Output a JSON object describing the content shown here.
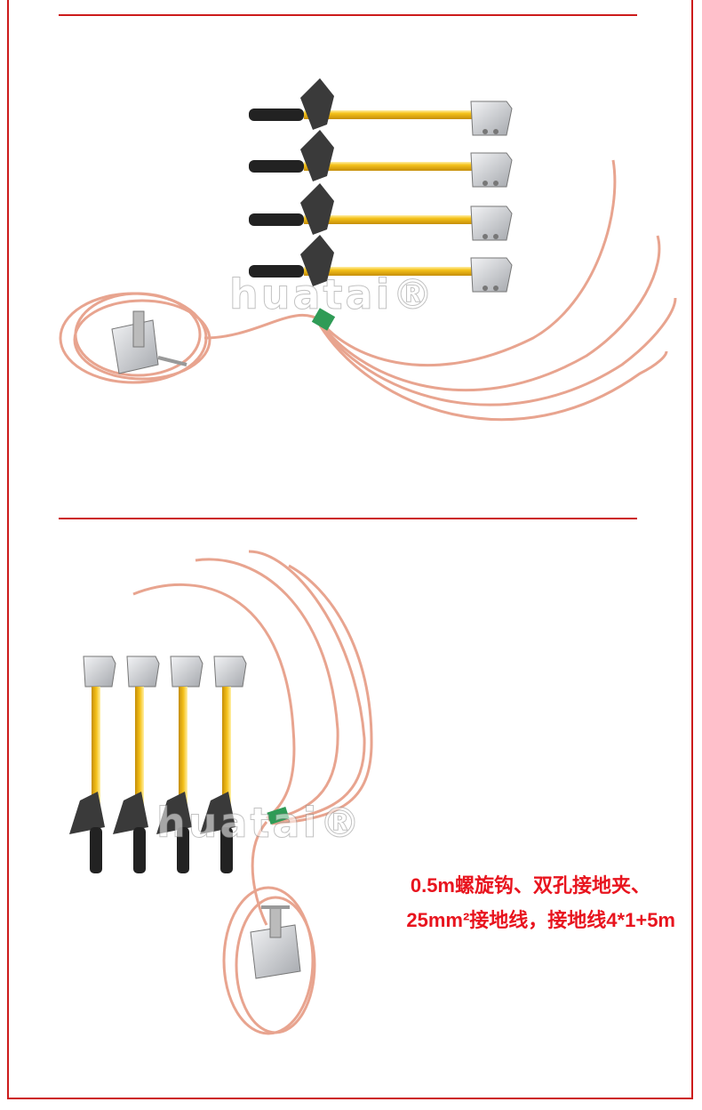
{
  "watermarks": {
    "top": "huatai®",
    "bottom": "huatai®"
  },
  "spec": {
    "line1": "0.5m螺旋钩、双孔接地夹、",
    "line2": "25mm²接地线，接地线4*1+5m"
  },
  "colors": {
    "border_red": "#cc1b1b",
    "text_red": "#e8141e",
    "rod_yellow": "#f2c51a",
    "copper": "#e8a48f",
    "sleeve_green": "#2f9b56"
  },
  "icons": {
    "rod": "grounding-rod-icon",
    "clamp": "ground-clamp-icon",
    "cable": "copper-cable-icon"
  }
}
